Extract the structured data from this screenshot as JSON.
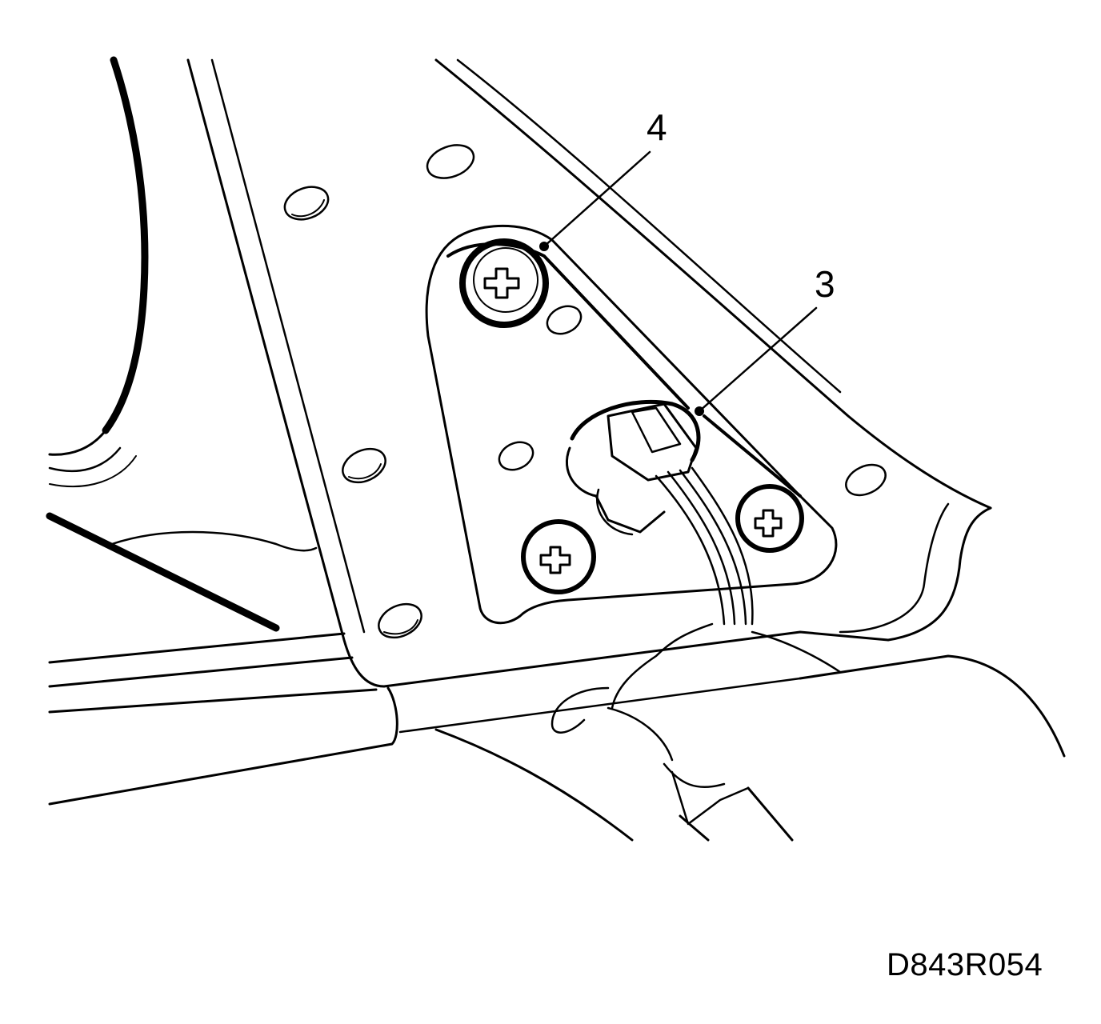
{
  "callouts": [
    {
      "number": "4",
      "target": "mounting-screw"
    },
    {
      "number": "3",
      "target": "harness-connector"
    }
  ],
  "figure_id": "D843R054",
  "colors": {
    "ink": "#000000",
    "paper": "#ffffff"
  }
}
